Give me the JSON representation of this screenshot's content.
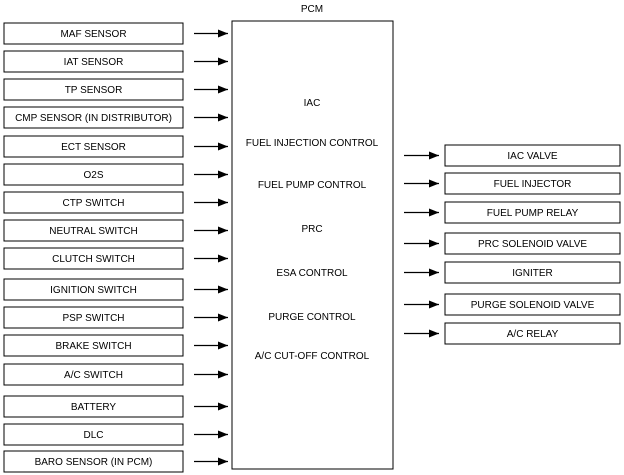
{
  "pcm": {
    "title": "PCM",
    "functions": [
      "IAC",
      "FUEL INJECTION CONTROL",
      "FUEL PUMP CONTROL",
      "PRC",
      "ESA CONTROL",
      "PURGE CONTROL",
      "A/C CUT-OFF CONTROL"
    ]
  },
  "inputs": [
    "MAF SENSOR",
    "IAT SENSOR",
    "TP SENSOR",
    "CMP SENSOR (IN DISTRIBUTOR)",
    "ECT SENSOR",
    "O2S",
    "CTP SWITCH",
    "NEUTRAL SWITCH",
    "CLUTCH SWITCH",
    "IGNITION SWITCH",
    "PSP SWITCH",
    "BRAKE SWITCH",
    "A/C SWITCH",
    "BATTERY",
    "DLC",
    "BARO SENSOR (IN PCM)"
  ],
  "outputs": [
    "IAC VALVE",
    "FUEL INJECTOR",
    "FUEL PUMP RELAY",
    "PRC SOLENOID VALVE",
    "IGNITER",
    "PURGE SOLENOID VALVE",
    "A/C RELAY"
  ]
}
